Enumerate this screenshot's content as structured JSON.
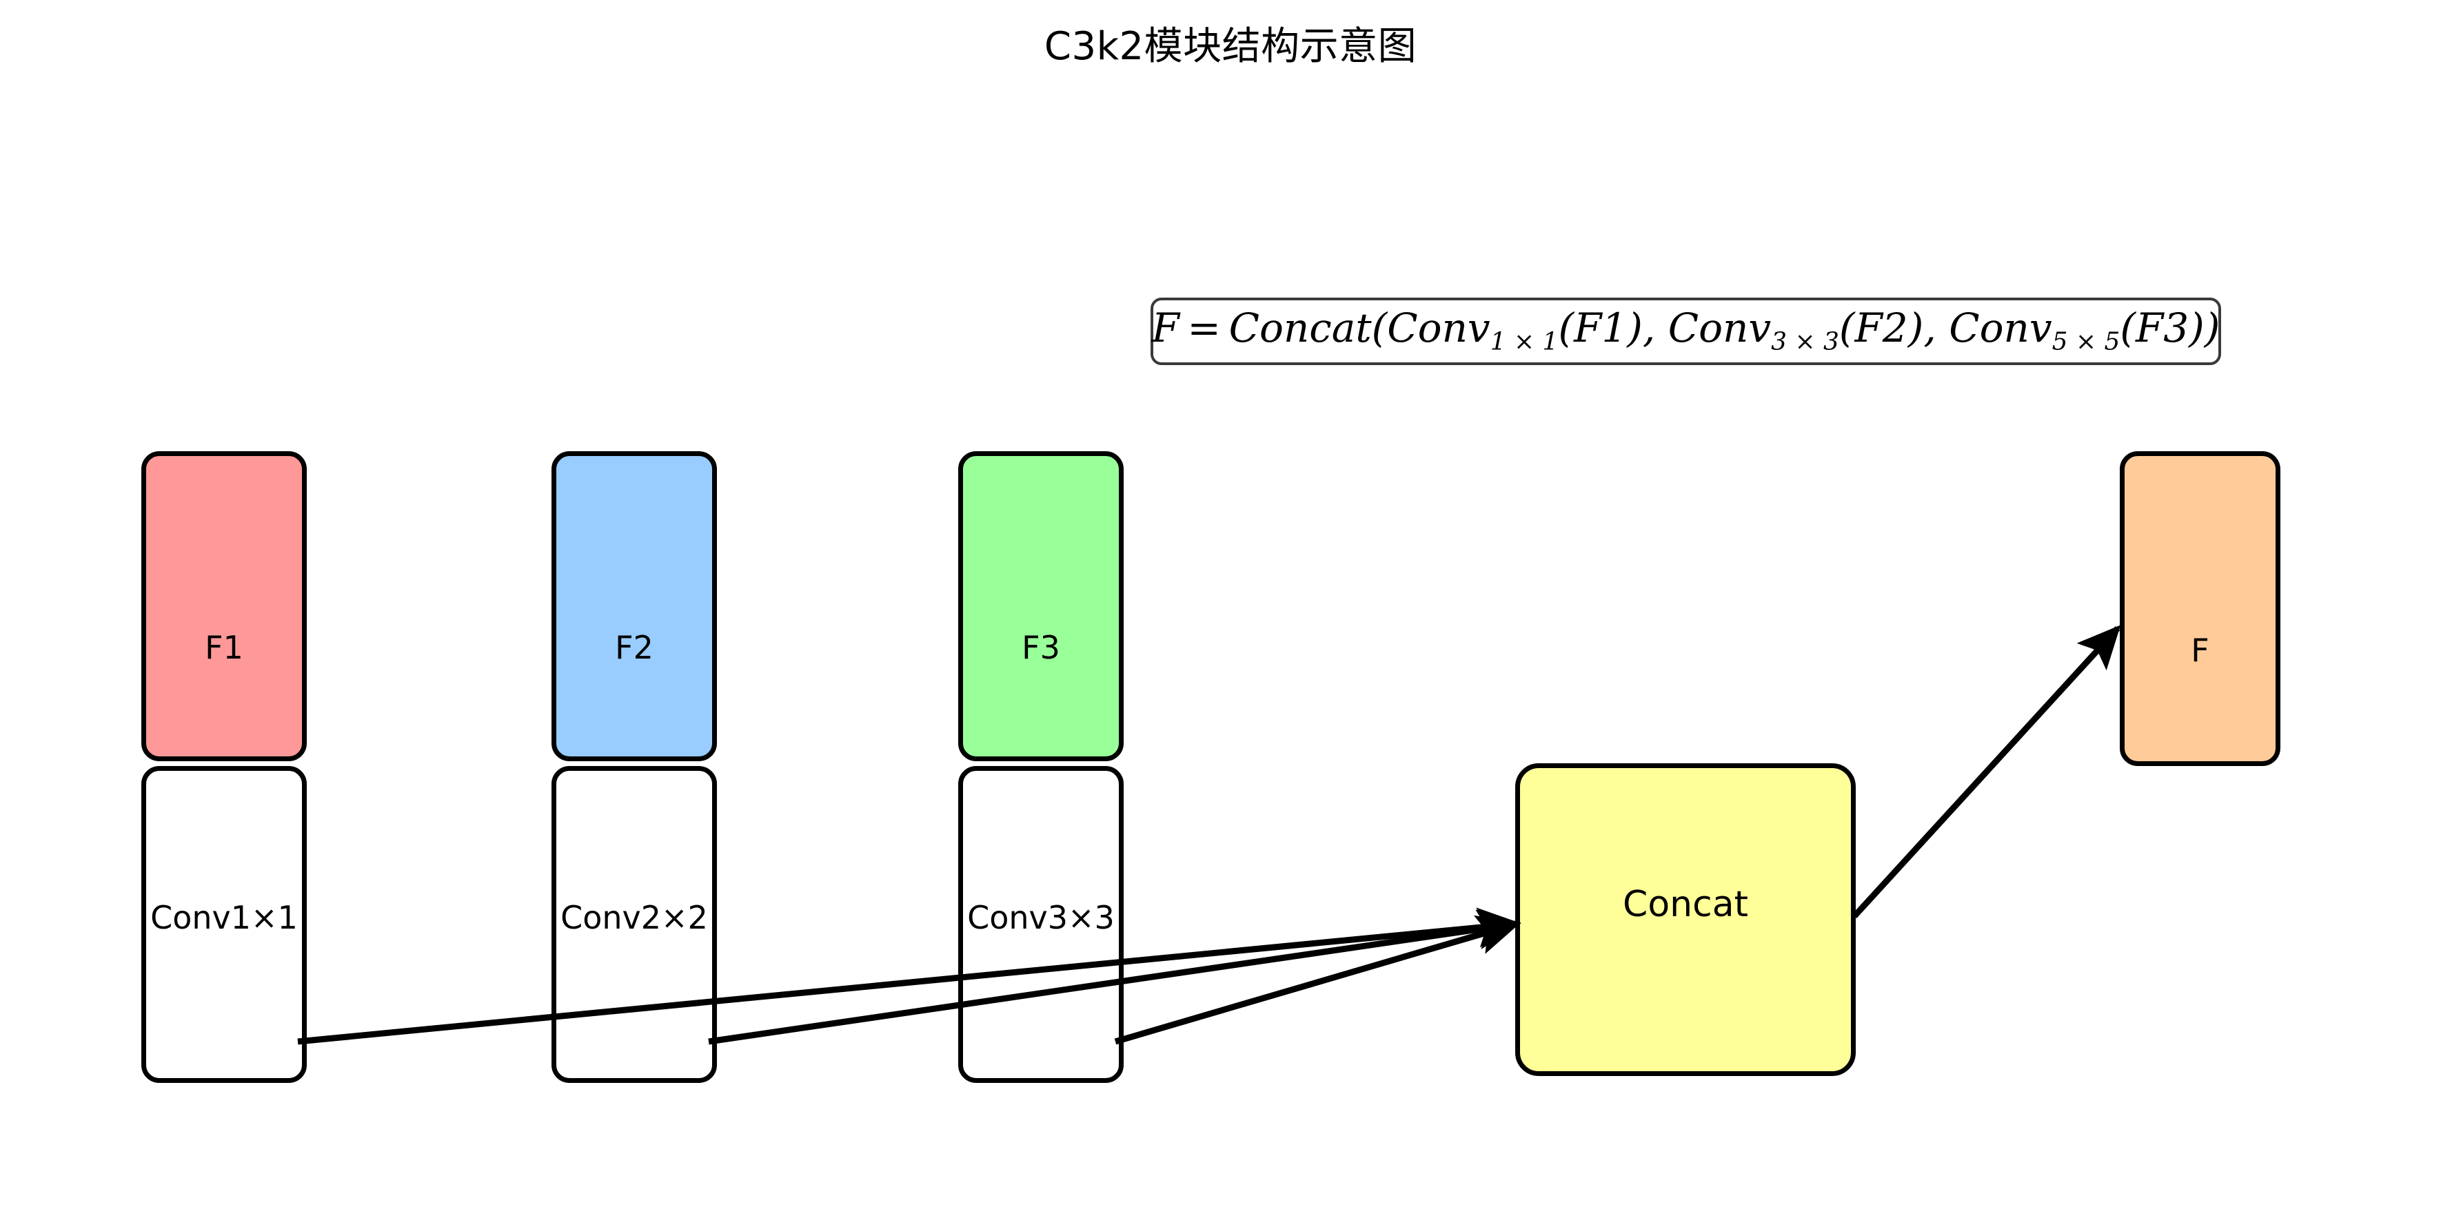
{
  "page": {
    "title": "C3k2模块结构示意图",
    "background_color": "#ffffff"
  },
  "formula": {
    "text": "F = Concat(Conv1×1(F1), Conv3×3(F2), Conv5×5(F3))",
    "lhs": "F",
    "equals": "=",
    "function": "Concat",
    "terms": [
      {
        "op": "Conv",
        "kernel": "1 × 1",
        "arg": "F1"
      },
      {
        "op": "Conv",
        "kernel": "3 × 3",
        "arg": "F2"
      },
      {
        "op": "Conv",
        "kernel": "5 × 5",
        "arg": "F3"
      }
    ],
    "border_color": "#3a3a3a"
  },
  "diagram": {
    "type": "block-flow",
    "branches": [
      {
        "feature_label": "F1",
        "feature_color": "#ff9999",
        "conv_label": "Conv1×1",
        "conv_color": "#ffffff"
      },
      {
        "feature_label": "F2",
        "feature_color": "#99ccff",
        "conv_label": "Conv2×2",
        "conv_color": "#ffffff"
      },
      {
        "feature_label": "F3",
        "feature_color": "#99ff99",
        "conv_label": "Conv3×3",
        "conv_color": "#ffffff"
      }
    ],
    "concat": {
      "label": "Concat",
      "color": "#ffff99"
    },
    "output": {
      "label": "F",
      "color": "#ffcc99"
    },
    "edges": [
      {
        "from": "Conv1×1",
        "to": "Concat"
      },
      {
        "from": "Conv2×2",
        "to": "Concat"
      },
      {
        "from": "Conv3×3",
        "to": "Concat"
      },
      {
        "from": "Concat",
        "to": "F"
      }
    ],
    "stroke_color": "#000000"
  }
}
